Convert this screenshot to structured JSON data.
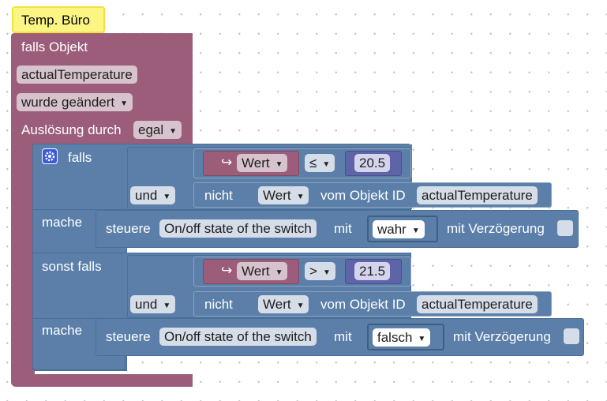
{
  "comment": "Temp. Büro",
  "trigger": {
    "label_if_object": "falls Objekt",
    "object_id": "actualTemperature",
    "changed": "wurde geändert",
    "trigger_by_label": "Auslösung durch",
    "trigger_by_value": "egal"
  },
  "if_block": {
    "if_label": "falls",
    "do_label": "mache",
    "else_if_label": "sonst falls",
    "do_label_2": "mache"
  },
  "cond1": {
    "wert": "Wert",
    "op": "≤",
    "value": "20.5",
    "and": "und",
    "not": "nicht",
    "wert2": "Wert",
    "of_object": "vom Objekt ID",
    "object": "actualTemperature"
  },
  "action1": {
    "control": "steuere",
    "target": "On/off state of the switch",
    "with": "mit",
    "value": "wahr",
    "delay": "mit Verzögerung"
  },
  "cond2": {
    "wert": "Wert",
    "op": ">",
    "value": "21.5",
    "and": "und",
    "not": "nicht",
    "wert2": "Wert",
    "of_object": "vom Objekt ID",
    "object": "actualTemperature"
  },
  "action2": {
    "control": "steuere",
    "target": "On/off state of the switch",
    "with": "mit",
    "value": "falsch",
    "delay": "mit Verzögerung"
  },
  "icons": {
    "gear": "gear-icon",
    "arrow": "return-arrow-icon",
    "dropdown": "dropdown-arrow-icon"
  },
  "colors": {
    "event_block": "#9b5d7a",
    "control_block": "#5b7fa8",
    "number_block": "#5f63a8",
    "comment": "#fbf584"
  }
}
